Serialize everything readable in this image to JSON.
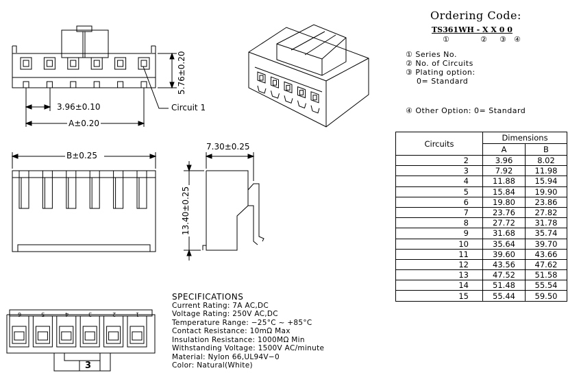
{
  "ordering": {
    "title": "Ordering Code:",
    "code": "TS361WH - X X 0 0",
    "markers": [
      "①",
      "②",
      "③",
      "④"
    ]
  },
  "legend": [
    "① Series No.",
    "② No. of Circuits",
    "③ Plating option:",
    "0= Standard",
    "④ Other Option: 0= Standard"
  ],
  "dims": {
    "pitch": "3.96±0.10",
    "a": "A±0.20",
    "height": "5.76±0.20",
    "b": "B±0.25",
    "depth": "7.30±0.25",
    "length": "13.40±0.25",
    "circuit1": "Circuit 1",
    "bottom_badge": "3"
  },
  "pin_numbers": [
    "6",
    "5",
    "4",
    "3",
    "2",
    "1"
  ],
  "specs": {
    "title": "SPECIFICATIONS",
    "lines": [
      "Current Rating: 7A AC,DC",
      "Voltage Rating: 250V AC,DC",
      "Temperature Range: −25°C ~ +85°C",
      "Contact Resistance: 10mΩ Max",
      "Insulation Resistance: 1000MΩ Min",
      "Withstanding Voltage: 1500V AC/minute",
      "Material: Nylon 66,UL94V−0",
      "Color: Natural(White)"
    ]
  },
  "table": {
    "header_circuits": "Circuits",
    "header_dimensions": "Dimensions",
    "header_a": "A",
    "header_b": "B",
    "rows": [
      [
        "2",
        "3.96",
        "8.02"
      ],
      [
        "3",
        "7.92",
        "11.98"
      ],
      [
        "4",
        "11.88",
        "15.94"
      ],
      [
        "5",
        "15.84",
        "19.90"
      ],
      [
        "6",
        "19.80",
        "23.86"
      ],
      [
        "7",
        "23.76",
        "27.82"
      ],
      [
        "8",
        "27.72",
        "31.78"
      ],
      [
        "9",
        "31.68",
        "35.74"
      ],
      [
        "10",
        "35.64",
        "39.70"
      ],
      [
        "11",
        "39.60",
        "43.66"
      ],
      [
        "12",
        "43.56",
        "47.62"
      ],
      [
        "13",
        "47.52",
        "51.58"
      ],
      [
        "14",
        "51.48",
        "55.54"
      ],
      [
        "15",
        "55.44",
        "59.50"
      ]
    ]
  }
}
